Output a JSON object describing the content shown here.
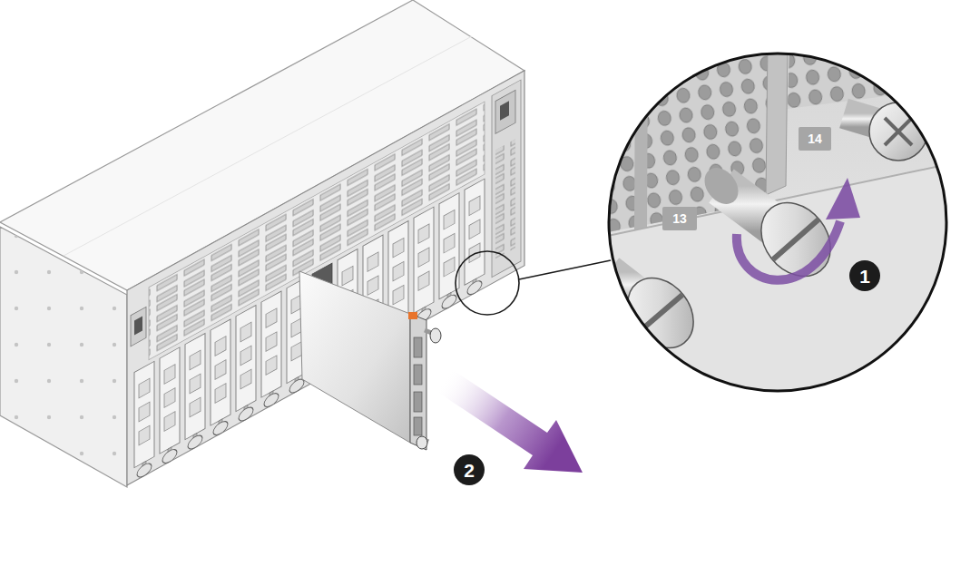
{
  "diagram": {
    "labels": [
      "13",
      "14",
      "1",
      "2"
    ]
  }
}
